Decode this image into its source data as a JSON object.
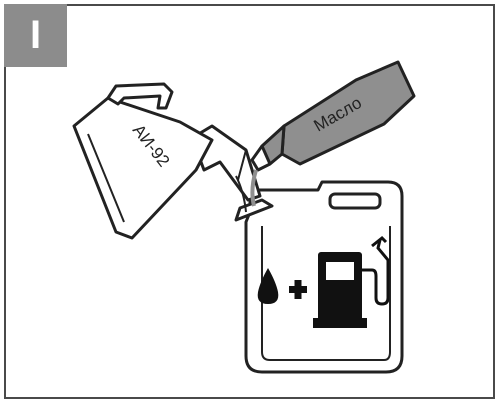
{
  "step": {
    "number": "I"
  },
  "illustration": {
    "fuel_can_label": "АИ-92",
    "oil_bottle_label": "Масло",
    "icons": [
      "fuel-can-icon",
      "oil-bottle-icon",
      "jerrycan-icon",
      "oil-drop-icon",
      "plus-icon",
      "fuel-pump-icon"
    ]
  },
  "colors": {
    "badge": "#8c8c8c",
    "outline": "#222222",
    "oil_bottle": "#8f8f8f",
    "can_fill": "#ffffff"
  }
}
